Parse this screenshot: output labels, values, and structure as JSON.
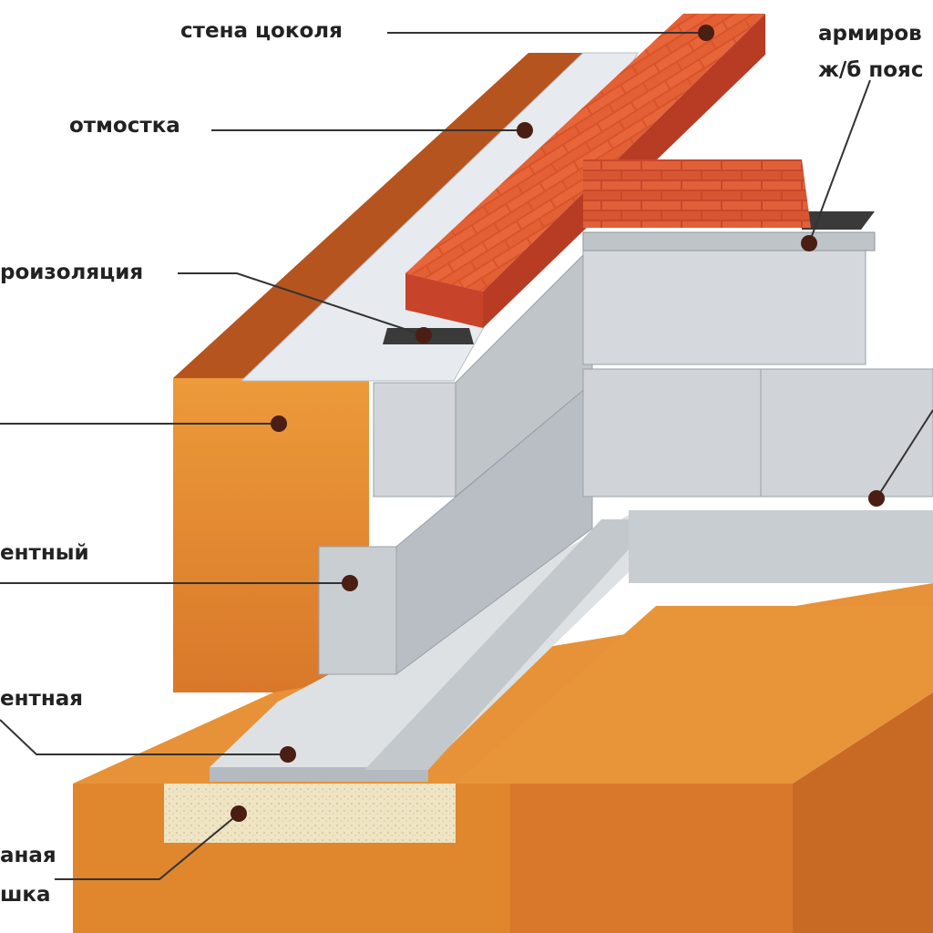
{
  "labels": {
    "plinth_wall": "стена цоколя",
    "reinforced_belt_1": "армиров",
    "reinforced_belt_2": "ж/б пояс",
    "blind_area": "отмостка",
    "waterproofing": "роизоляция",
    "block_1": "ентный",
    "block_2": "ентная",
    "cushion_1": "аная",
    "cushion_2": "шка"
  },
  "colors": {
    "brick": "#d9532a",
    "concrete": "#c9ced3",
    "soil": "#e0862c",
    "soil_dark": "#b5541f",
    "sand": "#efe4c4",
    "blind_area": "#e7eaee",
    "waterproof": "#3a3a3a"
  }
}
